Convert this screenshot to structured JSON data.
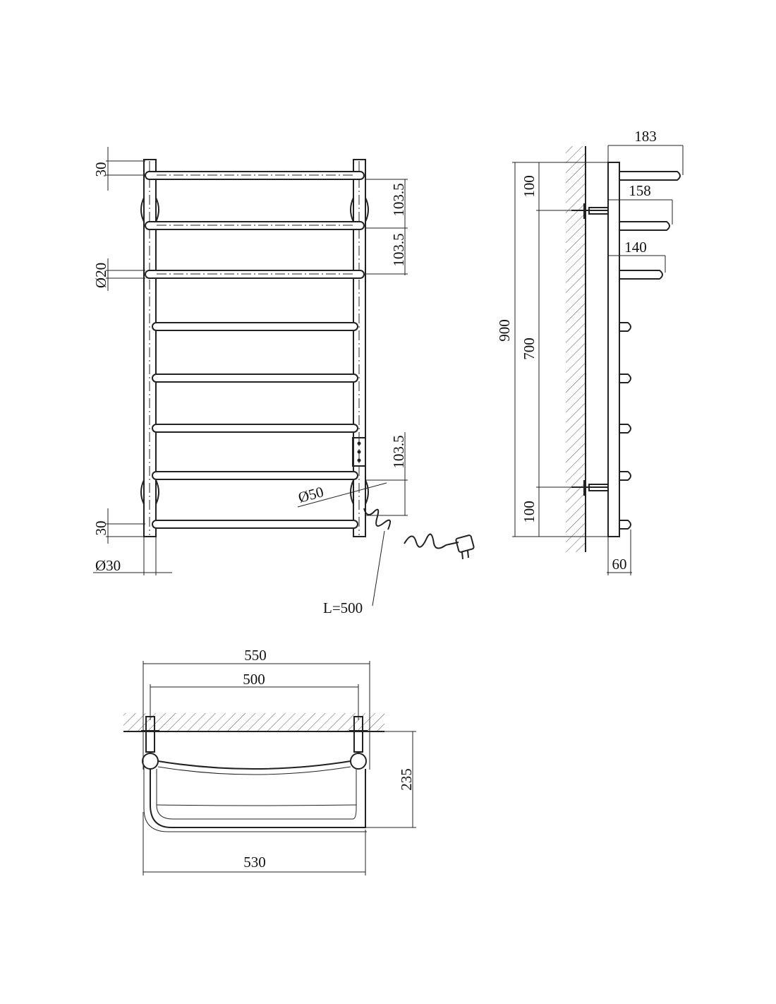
{
  "front_view": {
    "top_offset": "30",
    "bottom_offset": "30",
    "rung_pitch_1": "103.5",
    "rung_pitch_2": "103.5",
    "rung_pitch_3": "103.5",
    "rung_diameter": "Ø20",
    "post_diameter": "Ø30",
    "flange_diameter": "Ø50",
    "cable_length": "L=500"
  },
  "side_view": {
    "depth_top": "183",
    "depth_middle": "158",
    "depth_lower": "140",
    "total_height": "900",
    "mount_spacing": "700",
    "top_mount_offset": "100",
    "bottom_mount_offset": "100",
    "post_depth": "60"
  },
  "top_view": {
    "overall_width": "550",
    "mount_spacing": "500",
    "base_width": "530",
    "projection": "235"
  }
}
